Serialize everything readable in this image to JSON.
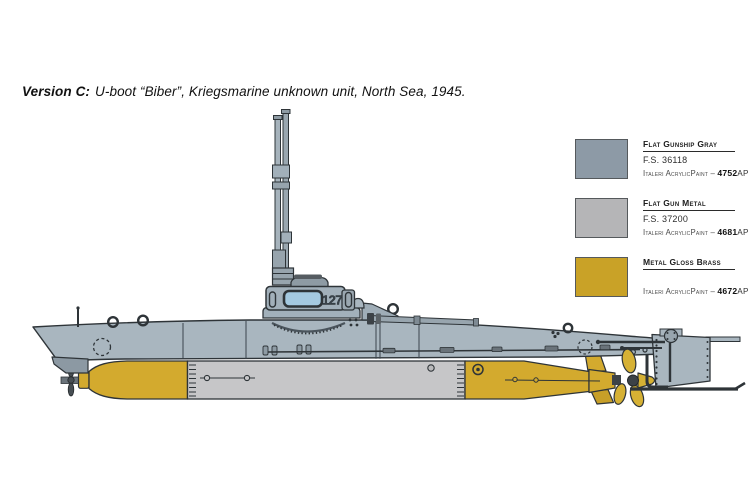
{
  "header": {
    "version_label": "Version C:",
    "description": "U-boot “Biber”, Kriegsmarine unknown unit, North Sea, 1945."
  },
  "paints": [
    {
      "name": "Flat Gunship Gray",
      "fs": "F.S. 36118",
      "brand": "Italeri AcrylicPaint",
      "sep": "–",
      "code": "4752",
      "code_suffix": "AP",
      "color": "#8D9AA6"
    },
    {
      "name": "Flat Gun Metal",
      "fs": "F.S. 37200",
      "brand": "Italeri AcrylicPaint",
      "sep": "–",
      "code": "4681",
      "code_suffix": "AP",
      "color": "#B5B5B7"
    },
    {
      "name": "Metal Gloss Brass",
      "fs": "",
      "brand": "Italeri AcrylicPaint",
      "sep": "–",
      "code": "4672",
      "code_suffix": "AP",
      "color": "#C9A227"
    }
  ],
  "illustration": {
    "hull_number": "127",
    "colors": {
      "hull_gray": "#A9B6BF",
      "tower_gray": "#9FADB7",
      "torpedo_gray": "#C6C6C8",
      "brass_yellow": "#D3AA2E",
      "window_blue": "#A4C9E0",
      "outline": "#2E3438"
    }
  }
}
